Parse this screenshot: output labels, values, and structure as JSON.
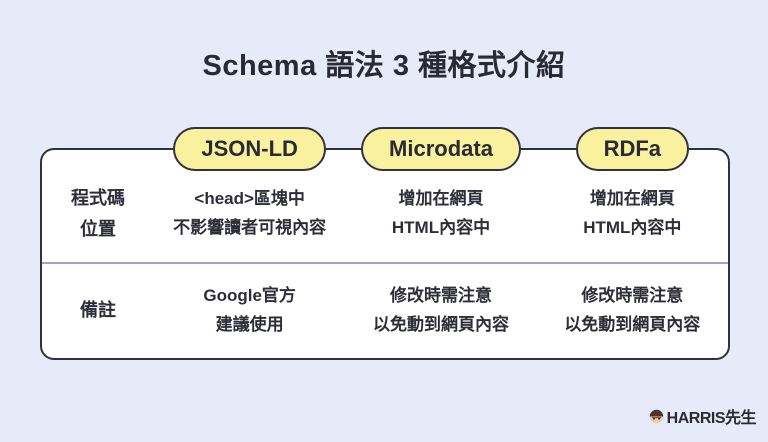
{
  "title": "Schema 語法 3 種格式介紹",
  "table": {
    "headers": [
      "JSON-LD",
      "Microdata",
      "RDFa"
    ],
    "rows": [
      {
        "label": "程式碼\n位置",
        "cells": [
          "<head>區塊中\n不影響讀者可視內容",
          "增加在網頁\nHTML內容中",
          "增加在網頁\nHTML內容中"
        ]
      },
      {
        "label": "備註",
        "cells": [
          "Google官方\n建議使用",
          "修改時需注意\n以免動到網頁內容",
          "修改時需注意\n以免動到網頁內容"
        ]
      }
    ]
  },
  "logo": {
    "text": "HARRIS先生",
    "icon": "harris-face-icon"
  },
  "colors": {
    "background": "#E7EAF8",
    "card_background": "#FFFFFF",
    "outline": "#32323E",
    "pill_background": "#FAF19F",
    "divider": "#98A3DB",
    "text": "#2E2E38"
  }
}
